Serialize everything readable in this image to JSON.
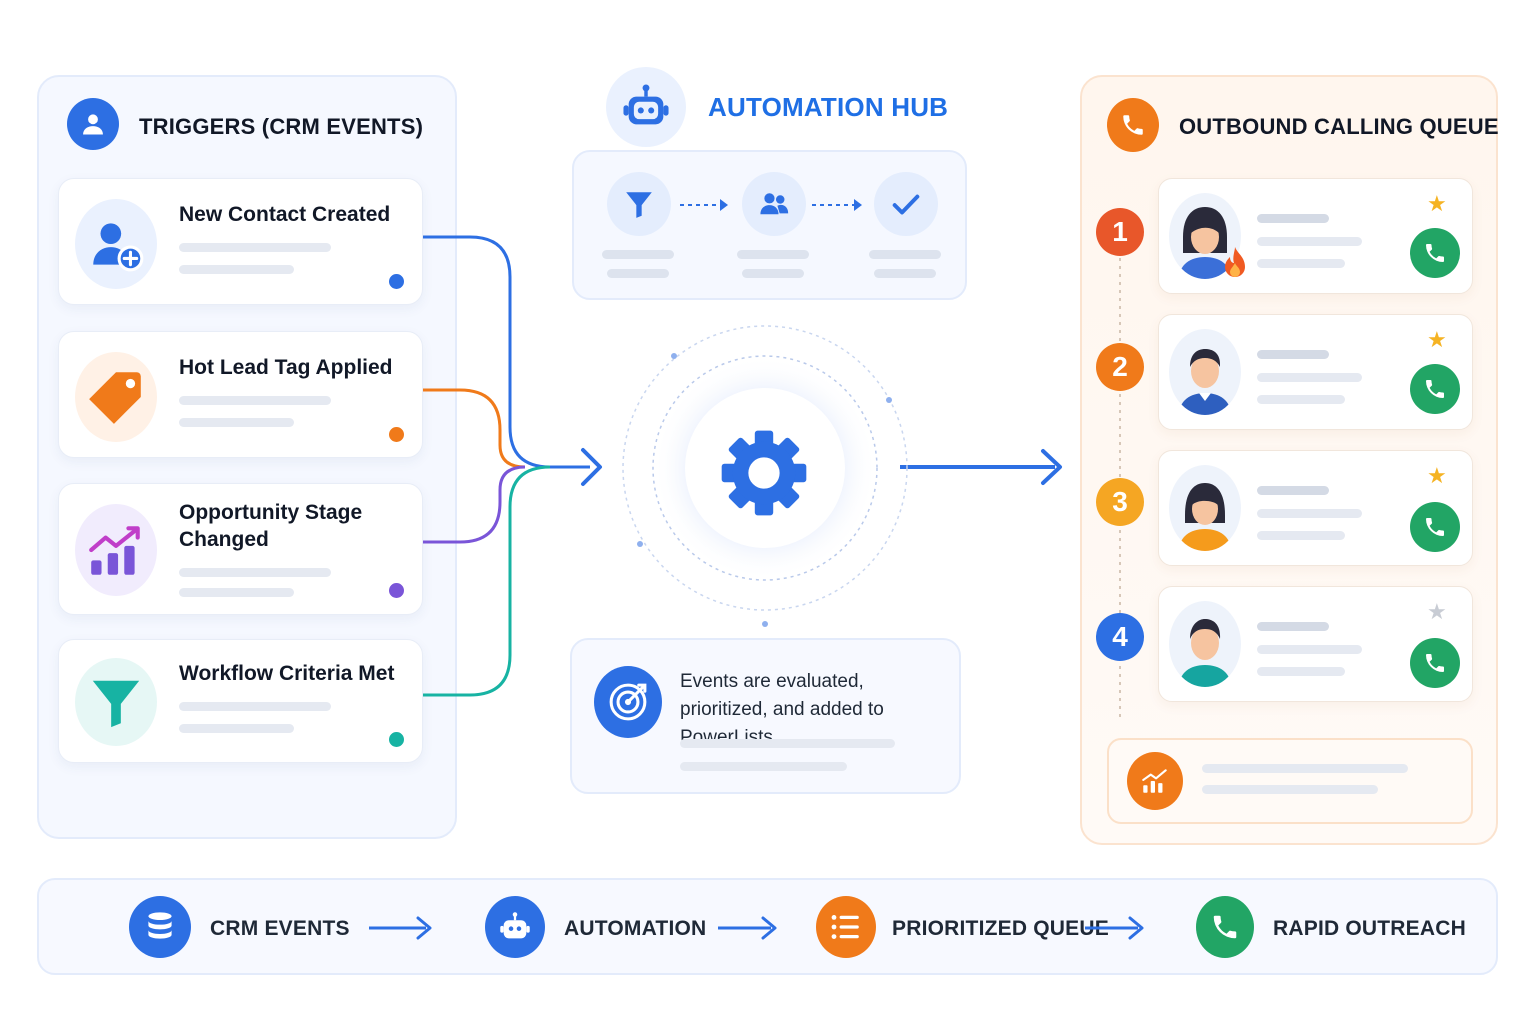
{
  "triggers": {
    "title": "TRIGGERS (CRM EVENTS)",
    "items": [
      {
        "label": "New Contact Created",
        "icon": "user-plus-icon",
        "color": "#2d6fe3"
      },
      {
        "label": "Hot Lead Tag Applied",
        "icon": "tag-icon",
        "color": "#f07a1a"
      },
      {
        "label": "Opportunity Stage Changed",
        "icon": "chart-growth-icon",
        "color": "#7a55d8"
      },
      {
        "label": "Workflow Criteria Met",
        "icon": "funnel-icon",
        "color": "#17b3a3"
      }
    ]
  },
  "hub": {
    "title": "AUTOMATION HUB",
    "icon": "robot-icon",
    "steps": [
      {
        "icon": "funnel-icon"
      },
      {
        "icon": "users-icon"
      },
      {
        "icon": "check-icon"
      }
    ],
    "center_icon": "gear-icon",
    "note": "Events are evaluated, prioritized, and added to PowerLists",
    "note_icon": "target-icon"
  },
  "queue": {
    "title": "OUTBOUND CALLING QUEUE",
    "icon": "phone-icon",
    "items": [
      {
        "rank": "1",
        "color": "#e8572a",
        "starred": true,
        "hot": true
      },
      {
        "rank": "2",
        "color": "#f07a1a",
        "starred": true,
        "hot": false
      },
      {
        "rank": "3",
        "color": "#f5a623",
        "starred": true,
        "hot": false
      },
      {
        "rank": "4",
        "color": "#2d6fe3",
        "starred": false,
        "hot": false
      }
    ],
    "stats_icon": "stats-icon"
  },
  "pipeline": {
    "steps": [
      {
        "label": "CRM EVENTS",
        "icon": "database-icon",
        "color": "#2d6fe3"
      },
      {
        "label": "AUTOMATION",
        "icon": "robot-icon",
        "color": "#2d6fe3"
      },
      {
        "label": "PRIORITIZED QUEUE",
        "icon": "list-icon",
        "color": "#f07a1a"
      },
      {
        "label": "RAPID OUTREACH",
        "icon": "phone-icon",
        "color": "#22a565"
      }
    ]
  },
  "colors": {
    "blue": "#2d6fe3",
    "orange": "#f07a1a",
    "purple": "#7a55d8",
    "teal": "#17b3a3",
    "green": "#22a565"
  }
}
